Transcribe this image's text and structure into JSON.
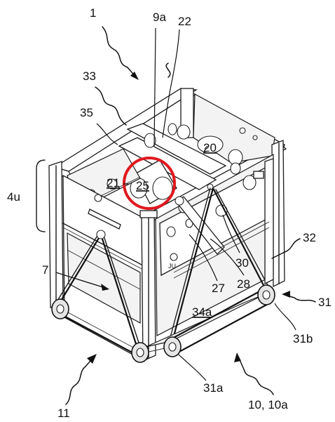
{
  "labels": {
    "l1": "1",
    "l9a": "9a",
    "l22": "22",
    "l33": "33",
    "l35": "35",
    "l20": "20",
    "l4u": "4u",
    "l21": "21",
    "l25": "25",
    "l7": "7",
    "l32": "32",
    "l30": "30",
    "l27": "27",
    "l28": "28",
    "l31": "31",
    "l34a": "34a",
    "l31b": "31b",
    "l31a": "31a",
    "l11": "11",
    "l10": "10, 10a"
  },
  "colors": {
    "highlight": "#e0191f",
    "line": "#111111"
  }
}
